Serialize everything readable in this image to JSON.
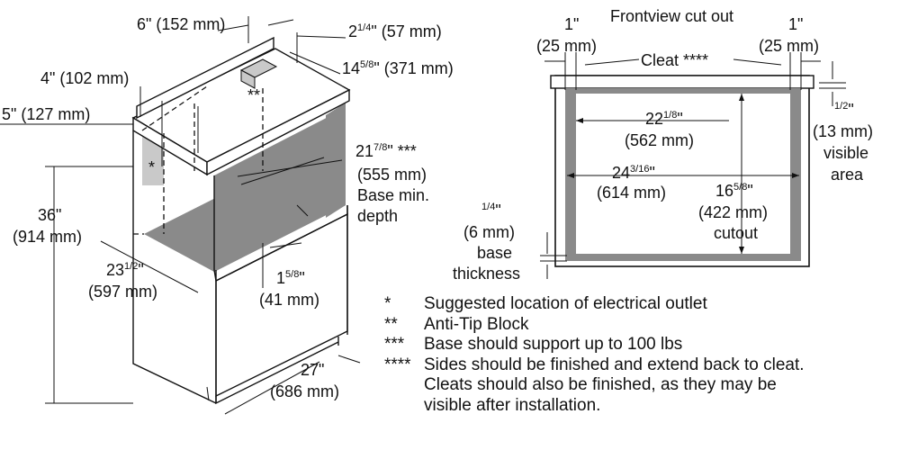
{
  "left_drawing": {
    "dim_6in": {
      "main": "6\" (152 mm)"
    },
    "dim_2_1_4": {
      "whole": "2",
      "num": "1",
      "den": "4",
      "rest": "\" (57 mm)"
    },
    "dim_14_5_8": {
      "whole": "14",
      "num": "5",
      "den": "8",
      "rest": "\" (371 mm)"
    },
    "dim_4in": {
      "main": "4\" (102 mm)"
    },
    "dim_5in": {
      "main": "5\" (127 mm)"
    },
    "anti_tip_mark": "**",
    "outlet_mark": "*",
    "dim_21_7_8": {
      "whole": "21",
      "num": "7",
      "den": "8",
      "rest": "\" ***",
      "line2": "(555 mm)",
      "line3": "Base min.",
      "line4": "depth"
    },
    "dim_36in": {
      "line1": "36\"",
      "line2": "(914 mm)"
    },
    "dim_23_1_2": {
      "whole": "23",
      "num": "1",
      "den": "2",
      "rest": "\"",
      "line2": "(597 mm)"
    },
    "dim_1_5_8": {
      "whole": "1",
      "num": "5",
      "den": "8",
      "rest": "\"",
      "line2": "(41 mm)"
    },
    "dim_27in": {
      "line1": "27\"",
      "line2": "(686 mm)"
    }
  },
  "right_drawing": {
    "title": "Frontview cut out",
    "dim_1in_left": {
      "line1": "1\"",
      "line2": "(25 mm)"
    },
    "dim_1in_right": {
      "line1": "1\"",
      "line2": "(25 mm)"
    },
    "cleat_label": "Cleat ****",
    "dim_22_1_8": {
      "whole": "22",
      "num": "1",
      "den": "8",
      "rest": "\"",
      "line2": "(562 mm)"
    },
    "dim_24_3_16": {
      "whole": "24",
      "num": "3",
      "den": "16",
      "rest": "\"",
      "line2": "(614 mm)"
    },
    "dim_16_5_8": {
      "whole": "16",
      "num": "5",
      "den": "8",
      "rest": "\"",
      "line2": "(422 mm)",
      "line3": "cutout"
    },
    "dim_1_2": {
      "num": "1",
      "den": "2",
      "rest": "\"",
      "line2": "(13 mm)",
      "line3": "visible",
      "line4": "area"
    },
    "dim_1_4": {
      "num": "1",
      "den": "4",
      "rest": "\"",
      "line2": "(6 mm)",
      "line3": "base",
      "line4": "thickness"
    }
  },
  "legend": {
    "items": [
      {
        "mark": "*",
        "text": "Suggested location of electrical outlet"
      },
      {
        "mark": "**",
        "text": "Anti-Tip Block"
      },
      {
        "mark": "***",
        "text": "Base should support up to 100 lbs"
      },
      {
        "mark": "****",
        "text": "Sides should be finished and extend back to cleat."
      }
    ],
    "continuation": [
      "Cleats should also be finished, as they may be",
      "visible after installation."
    ]
  },
  "colors": {
    "frame_gray": "#8a8a8a",
    "panel_gray": "#c9c9c9",
    "line": "#111111"
  }
}
